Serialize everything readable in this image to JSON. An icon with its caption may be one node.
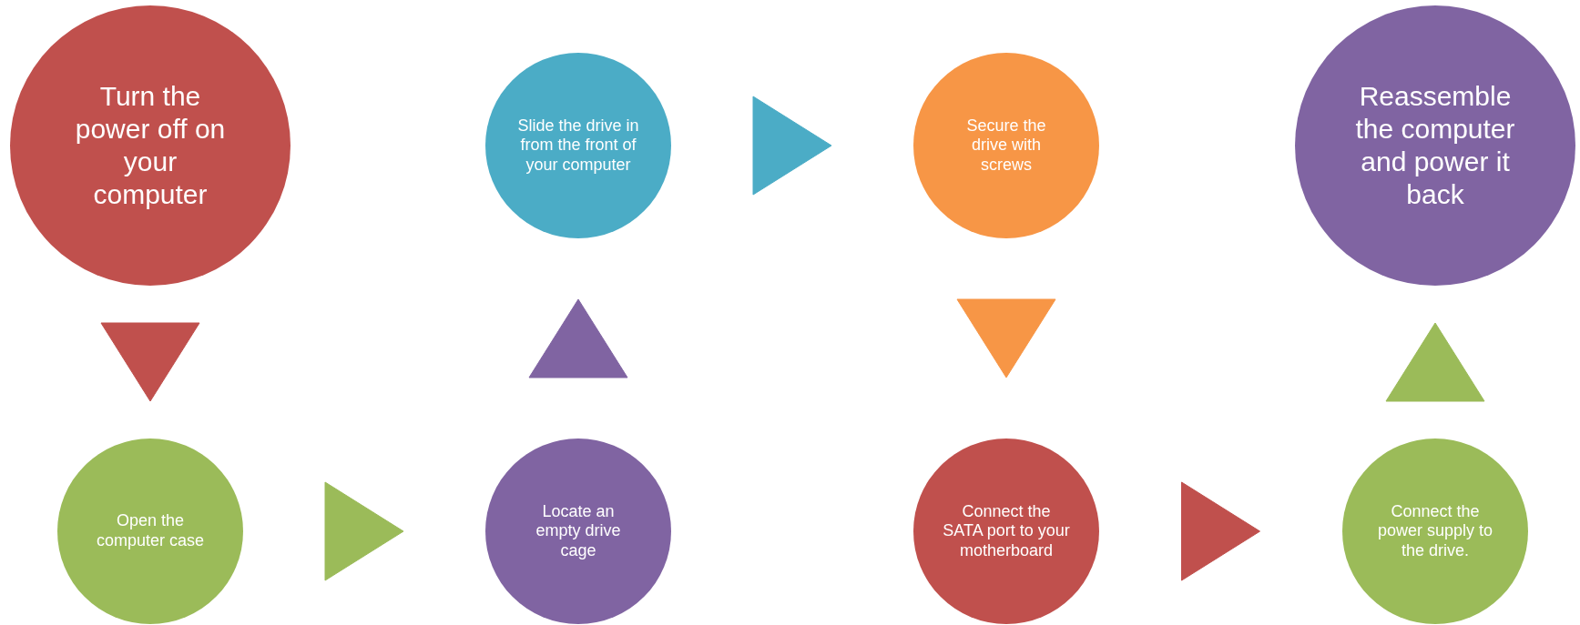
{
  "diagram": {
    "nodes": [
      {
        "text": [
          "Turn the power off on your computer"
        ]
      },
      {
        "text": [
          "Open the computer case"
        ]
      },
      {
        "text": [
          "Locate an empty drive cage"
        ]
      },
      {
        "text": [
          "Slide the drive in from the front of your computer"
        ]
      },
      {
        "text": [
          "Secure the drive with screws"
        ]
      },
      {
        "text": [
          "Connect the SATA port to your motherboard"
        ]
      },
      {
        "text": [
          "Connect the power supply to the drive."
        ]
      },
      {
        "text": [
          "Reassemble the computer and power it back"
        ]
      }
    ],
    "edges": [
      {
        "from": 0,
        "to": 1,
        "arrow": "to",
        "color": "#c0504d"
      },
      {
        "from": 1,
        "to": 2,
        "arrow": "to",
        "color": "#9bbb59"
      },
      {
        "from": 2,
        "to": 3,
        "arrow": "to",
        "color": "#8064a2"
      },
      {
        "from": 3,
        "to": 4,
        "arrow": "to",
        "color": "#4bacc6"
      },
      {
        "from": 4,
        "to": 5,
        "arrow": "to",
        "color": "#f79646"
      },
      {
        "from": 5,
        "to": 6,
        "arrow": "to",
        "color": "#c0504d"
      },
      {
        "from": 6,
        "to": 7,
        "arrow": "to",
        "color": "#9bbb59"
      }
    ]
  }
}
